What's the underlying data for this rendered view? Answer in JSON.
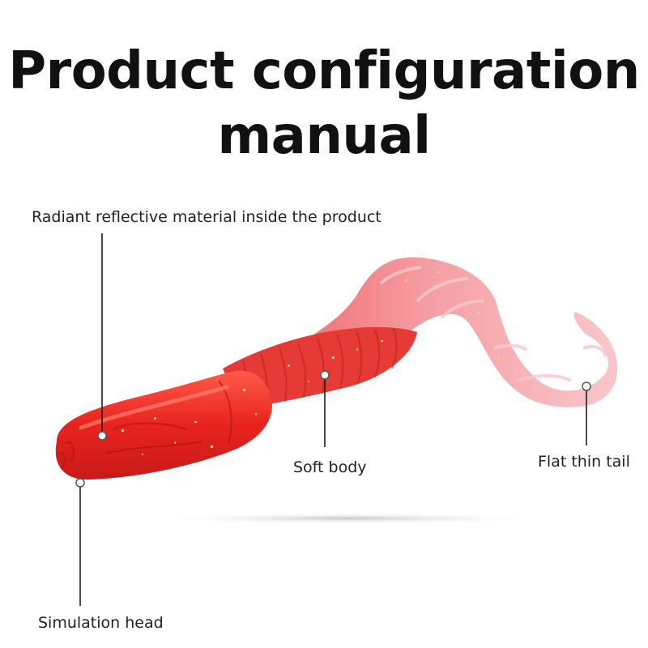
{
  "title": {
    "line1": "Product configuration",
    "line2": "manual"
  },
  "callouts": {
    "reflective": "Radiant reflective material inside the product",
    "soft_body": "Soft body",
    "tail": "Flat thin tail",
    "head": "Simulation head"
  },
  "colors": {
    "lure_red": "#e8231f",
    "lure_pink": "#f07a80",
    "lure_pale": "#f6b3b8",
    "text": "#222222"
  }
}
